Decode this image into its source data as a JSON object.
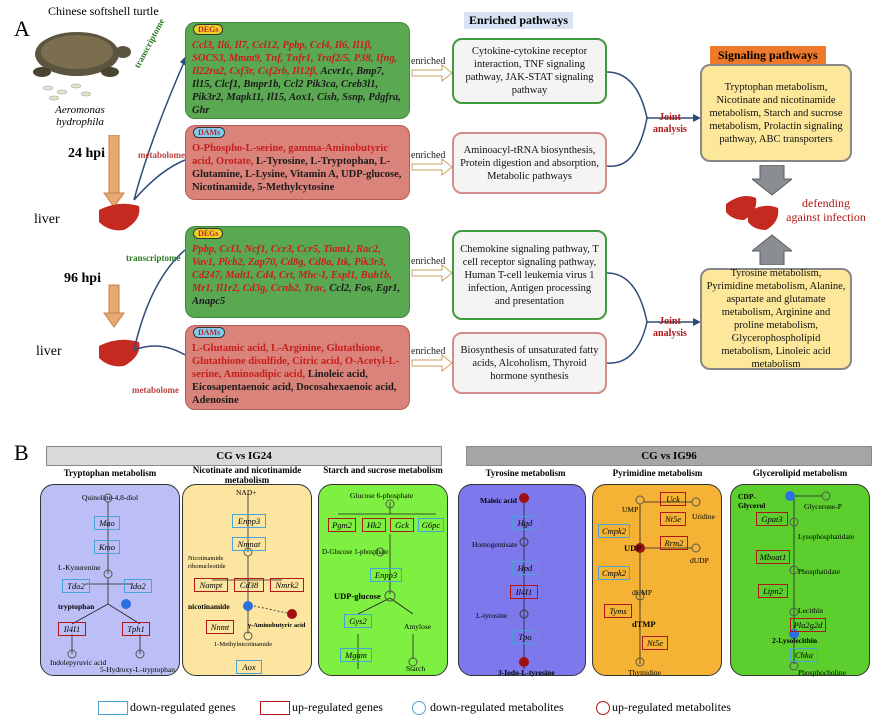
{
  "panelA": {
    "letter": "A",
    "organism": "Chinese softshell turtle",
    "pathogen": "Aeromonas hydrophila",
    "t1": "24 hpi",
    "t2": "96 hpi",
    "liver1": "liver",
    "liver2": "liver",
    "transcriptome1": "transcriptome",
    "transcriptome2": "transcriptome",
    "metabolome1": "metabolome",
    "metabolome2": "metabolome",
    "deg_badge": "DEGs",
    "dam_badge": "DAMs",
    "deg24_red": "Ccl3, Il6, Il7, Ccl12, Ppbp, Ccl4, Il6, Il1β, SOCS3, Mmm9, Tnf, Tnfr1, Traf2/5, P38, Ifng, Il22ra2, Csf3r, Csf2rb, Il12β,",
    "deg24_black": "Acvr1c, Bmp7, Il15, Clcf1, Bmpr1b, Ccl2 Pik3ca, Creb3l1, Pik3r2, Mapk11, Il15, Aox1, Cish, Ssnp, Pdgfra, Ghr",
    "dam24_red": "O-Phospho-L-serine, gamma-Aminobutyric acid, Orotate,",
    "dam24_black": " L-Tyrosine, L-Tryptophan, L-Glutamine, L-Lysine, Vitamin A, UDP-glucose, Nicotinamide, 5-Methylcytosine",
    "deg96_red": "Ppbp, Ccl3, Ncf1, Ccr3, Ccr5, Tiam1, Rac2, Vav1, Plcb2, Zap70, Cd8g, Cd8a, Itk, Pik3r3, Cd247, Malt1, Cd4, Crt, Mhc-I, Espl1, Bub1b, Mr1, Il1r2, Cd3g, Ccnb2, Trac,",
    "deg96_black": " Ccl2, Fos, Egr1, Anapc5",
    "dam96_red": "L-Glutamic acid, L-Arginine, Glutathione, Glutathione disulfide, Citric acid, O-Acetyl-L-serine, Aminoadipic acid,",
    "dam96_black": " Linoleic acid, Eicosapentaenoic acid, Docosahexaenoic acid, Adenosine",
    "enriched": "enriched",
    "enriched_title": "Enriched pathways",
    "pw1": "Cytokine-cytokine receptor interaction, TNF signaling pathway, JAK-STAT signaling pathway",
    "pw2": "Aminoacyl-tRNA biosynthesis, Protein digestion and absorption, Metabolic pathways",
    "pw3": "Chemokine signaling pathway, T cell receptor signaling pathway, Human T-cell leukemia virus 1 infection, Antigen processing and presentation",
    "pw4": "Biosynthesis of unsaturated fatty acids, Alcoholism, Thyroid hormone synthesis",
    "joint": "Joint analysis",
    "sig_title": "Signaling pathways",
    "sig1": "Tryptophan metabolism, Nicotinate and nicotinamide metabolism, Starch and sucrose metabolism, Prolactin signaling pathway, ABC transporters",
    "sig2": "Tyrosine metabolism, Pyrimidine metabolism, Alanine, aspartate and glutamate metabolism, Arginine and proline metabolism, Glycerophospholipid metabolism, Linoleic acid metabolism",
    "defending": "defending against infection"
  },
  "panelB": {
    "letter": "B",
    "header1": "CG vs IG24",
    "header2": "CG vs IG96",
    "titles": [
      "Tryptophan metabolism",
      "Nicotinate and nicotinamide metabolism",
      "Starch and sucrose metabolism",
      "Tyrosine metabolism",
      "Pyrimidine metabolism",
      "Glycerolipid metabolism"
    ],
    "trp": {
      "quin": "Quinoline-4,8-diol",
      "mao": "Mao",
      "kmo": "Kmo",
      "lkyn": "L-Kynurenine",
      "tdo2": "Tdo2",
      "ido2": "Ido2",
      "trp": "tryptophan",
      "il4i1": "Il4I1",
      "tph1": "Tph1",
      "indole": "Indolepyruvic acid",
      "htrp": "5-Hydroxy-L-tryptophan"
    },
    "nic": {
      "nad": "NAD+",
      "enpp3": "Enpp3",
      "nmnat": "Nmnat",
      "nmr": "Nicotinamide ribonucleotide",
      "nampt": "Nampt",
      "cd38": "Cd38",
      "nmrk2": "Nmrk2",
      "nicot": "nicotinamide",
      "nnmt": "Nnmt",
      "gaba": "γ-Aminobutyric acid",
      "mnic": "1-Methylnicotinamide",
      "aox": "Aox"
    },
    "starch": {
      "g6p": "Glucose 6-phosphate",
      "pgm2": "Pgm2",
      "hk2": "Hk2",
      "gck": "Gck",
      "g6pc": "G6pc",
      "dg1p": "D-Glucose 1-phosphate",
      "enpp3": "Enpp3",
      "udpg": "UDP-glucose",
      "gys2": "Gys2",
      "amylose": "Amylose",
      "mgam": "Mgam",
      "starch": "Starch"
    },
    "tyr": {
      "maleic": "Maleic acid",
      "hgd": "Hgd",
      "homo": "Homogentisate",
      "hpd": "Hpd",
      "il4i1": "Il4I1",
      "ltyr": "L-tyrosine",
      "tpo": "Tpo",
      "iodo": "3-Iodo-L-tyrosine"
    },
    "pyr": {
      "ump": "UMP",
      "uck": "Uck",
      "nt5e": "Nt5e",
      "uridine": "Uridine",
      "cmpk2a": "Cmpk2",
      "udp": "UDP",
      "rrm2": "Rrm2",
      "dudp": "dUDP",
      "cmpk2b": "Cmpk2",
      "dump": "dUMP",
      "tyms": "Tyms",
      "dtmp": "dTMP",
      "nt5e2": "Nt5e",
      "thym": "Thymidine"
    },
    "gly": {
      "cdp": "CDP-Glycerol",
      "glyp": "Glycerone-P",
      "gpat3": "Gpat3",
      "lpa": "Lysophosphatidate",
      "mboat1": "Mboat1",
      "pa": "Phosphatidate",
      "lipn2": "Lipn2",
      "lec": "Lecithin",
      "pla2g2d": "Pla2g2d",
      "lyso": "2-Lysolecithin",
      "chka": "Chka",
      "pc": "Phosphocholine"
    },
    "legend": [
      "down-regulated genes",
      "up-regulated genes",
      "down-regulated metabolites",
      "up-regulated metabolites"
    ],
    "colors": {
      "deg_green": "#5aa852",
      "dam_red": "#d9837a",
      "trp_bg": "#bcbff5",
      "nic_bg": "#fbe5a0",
      "starch_bg": "#7ef041",
      "tyr_bg": "#7d78ec",
      "pyr_bg": "#f5b335",
      "gly_bg": "#5ccf2e",
      "up": "#b01818",
      "down": "#4aa3d8"
    }
  }
}
